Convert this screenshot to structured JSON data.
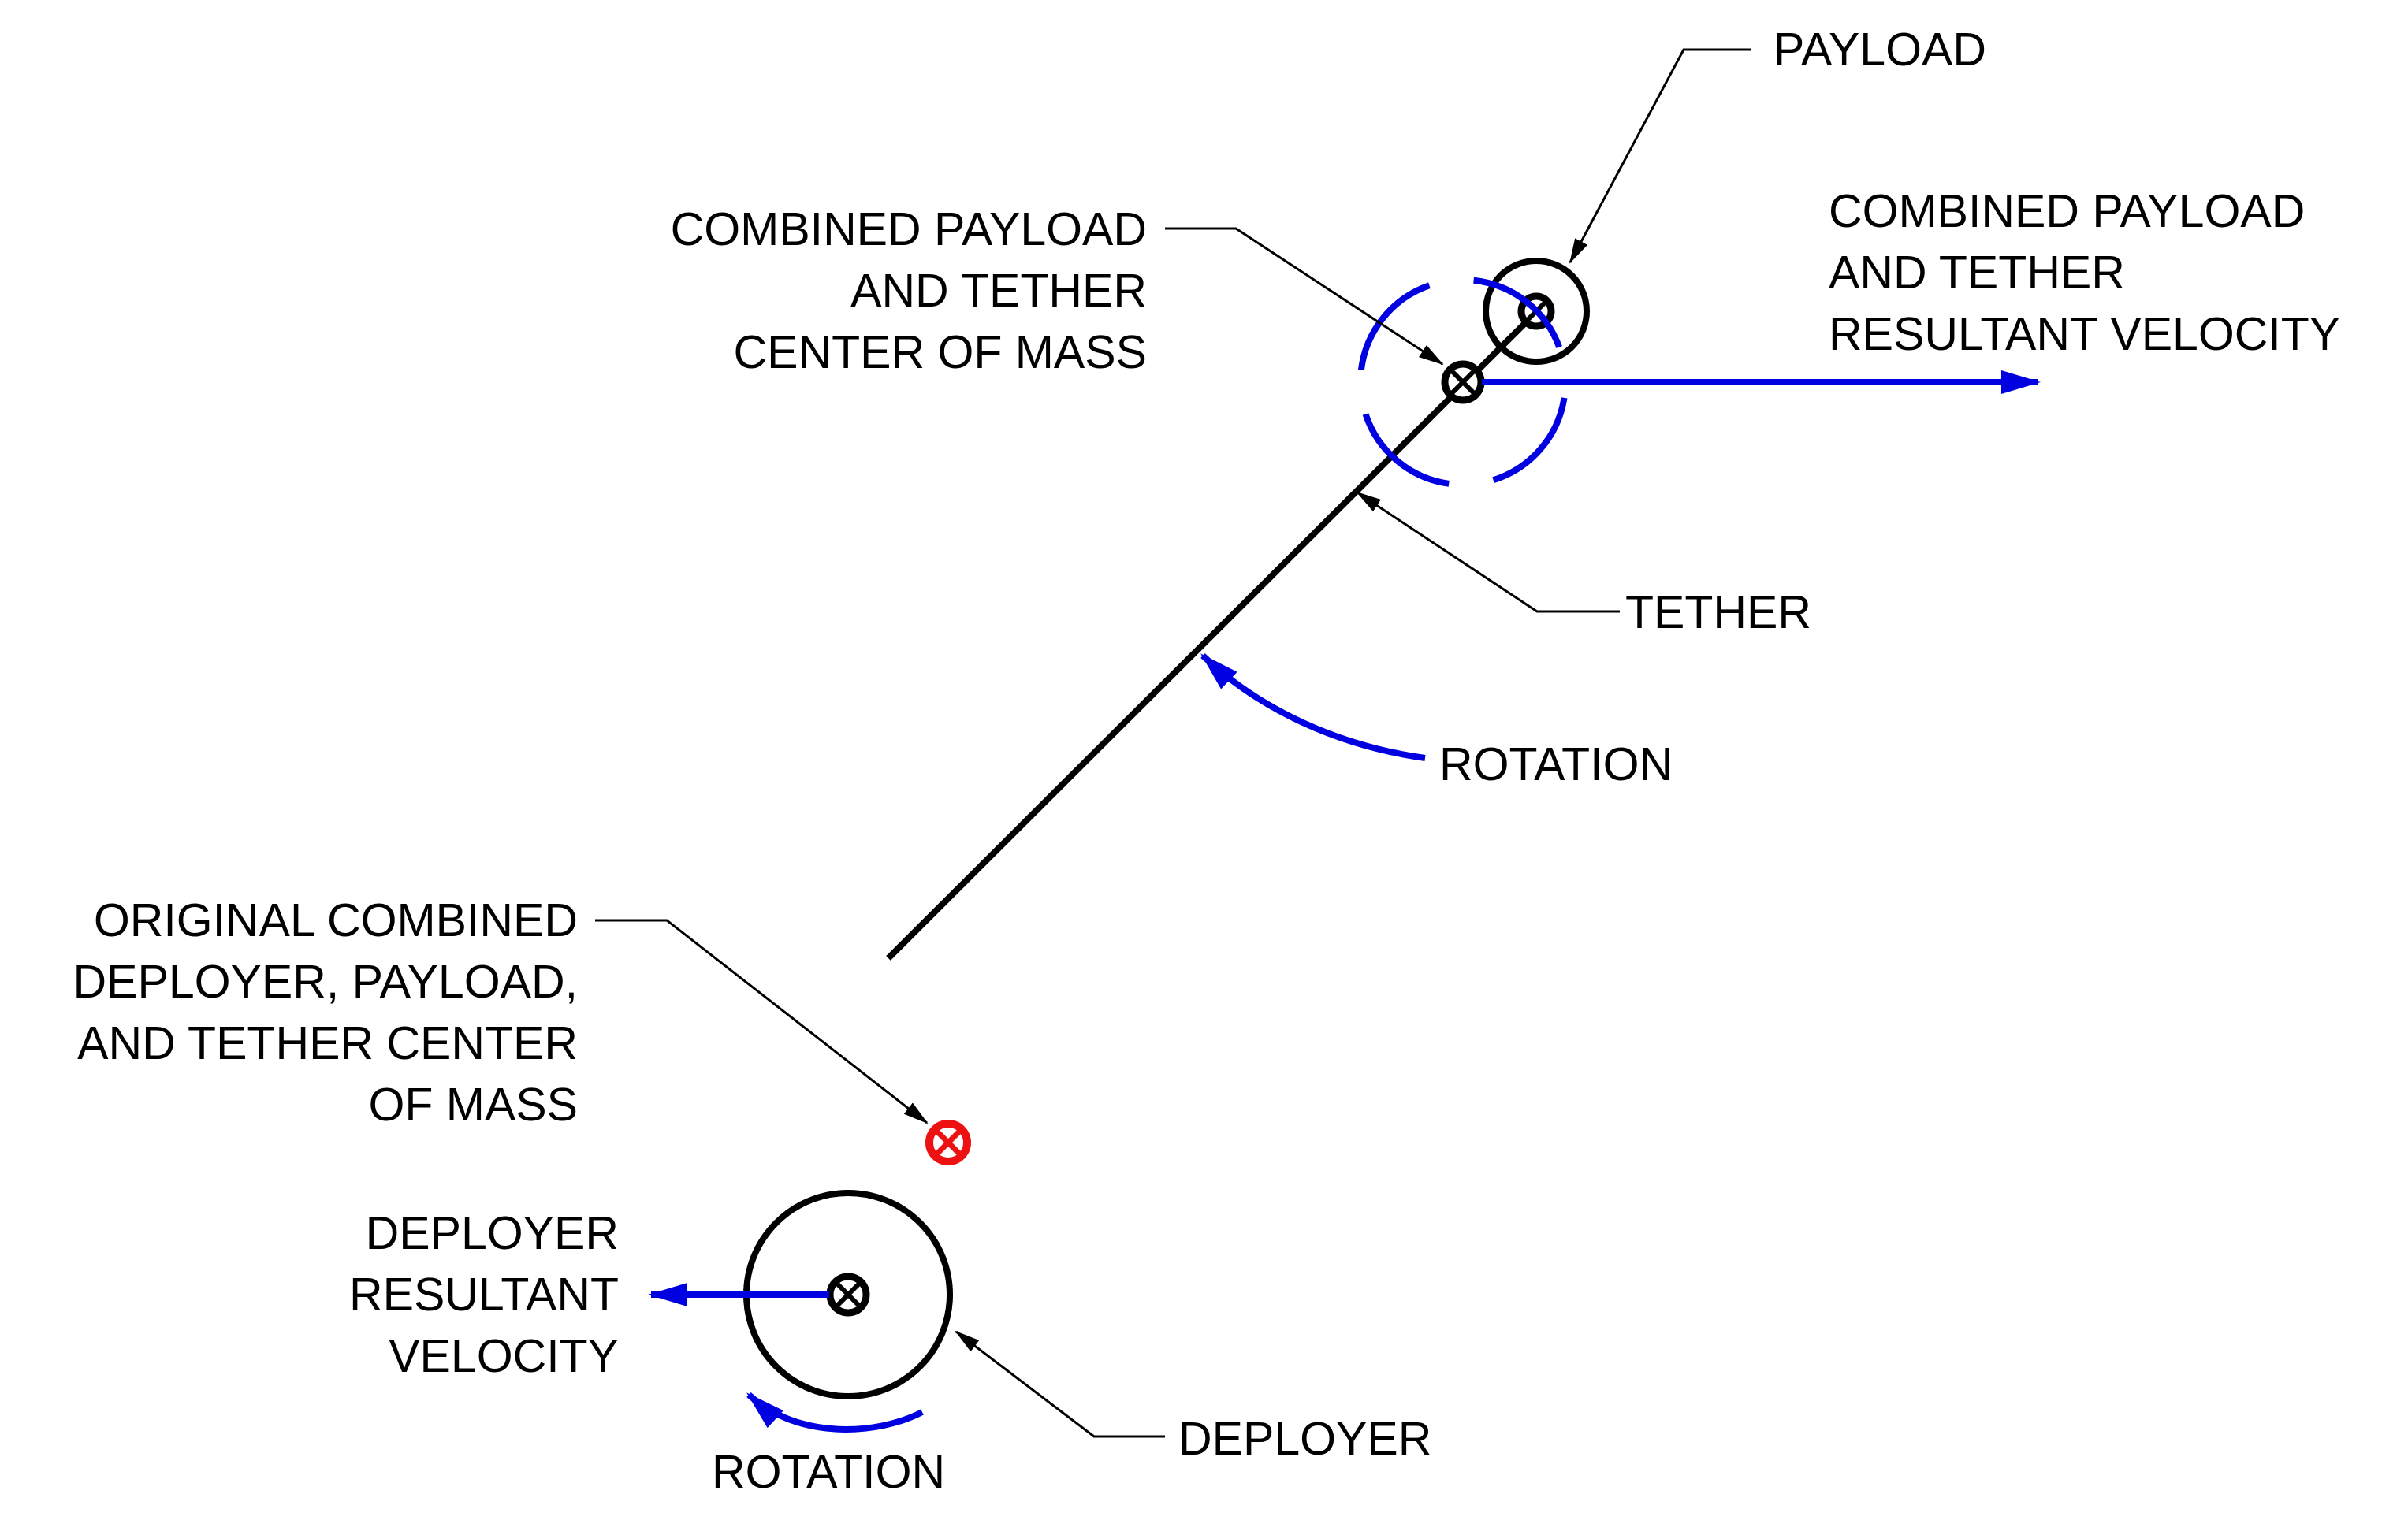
{
  "labels": {
    "payload": "PAYLOAD",
    "combined_com": [
      "COMBINED PAYLOAD",
      "AND TETHER",
      "CENTER OF MASS"
    ],
    "combined_velocity": [
      "COMBINED PAYLOAD",
      "AND TETHER",
      "RESULTANT VELOCITY"
    ],
    "tether": "TETHER",
    "rotation_tether": "ROTATION",
    "original_com": [
      "ORIGINAL COMBINED",
      "DEPLOYER, PAYLOAD,",
      "AND TETHER CENTER",
      "OF MASS"
    ],
    "deployer_velocity": [
      "DEPLOYER",
      "RESULTANT",
      "VELOCITY"
    ],
    "deployer": "DEPLOYER",
    "rotation_deployer": "ROTATION"
  },
  "colors": {
    "ink": "#000000",
    "motion": "#0000e0",
    "original_com_marker": "#ee1111"
  }
}
